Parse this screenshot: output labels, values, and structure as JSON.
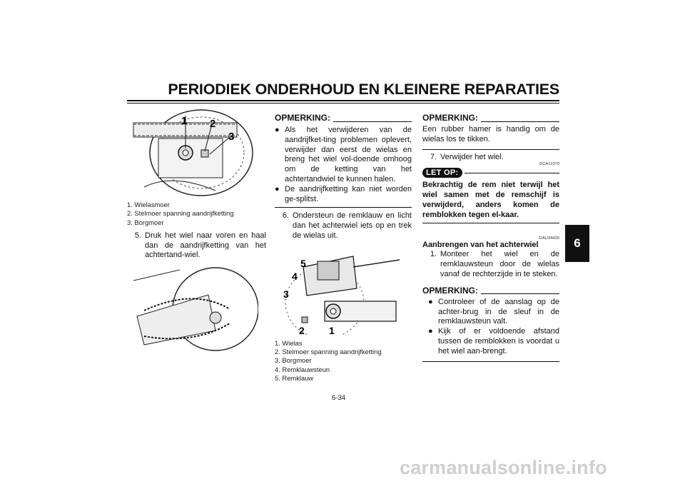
{
  "header": {
    "title": "PERIODIEK ONDERHOUD EN KLEINERE REPARATIES"
  },
  "chapter_tab": "6",
  "page_number": "6-34",
  "watermark": "carmanualsonline.info",
  "left_column": {
    "figure1": {
      "callouts": [
        "1",
        "2",
        "3"
      ]
    },
    "figure1_captions": [
      "1.  Wielasmoer",
      "2.  Stelmoer spanning aandrijfketting",
      "3.  Borgmoer"
    ],
    "step5": {
      "num": "5.",
      "text": "Druk het wiel naar voren en haal dan de aandrijfketting van het achtertand-wiel."
    }
  },
  "middle_column": {
    "note_title": "OPMERKING:",
    "note_bullets": [
      "Als het verwijderen van de aandrijfket-ting problemen oplevert, verwijder dan eerst de wielas en breng het wiel vol-doende omhoog om de ketting van het achtertandwiel te kunnen halen.",
      "De aandrijfketting kan niet worden ge-splitst."
    ],
    "step6": {
      "num": "6.",
      "text": "Ondersteun de remklauw en licht dan het achterwiel iets op en trek de wielas uit."
    },
    "figure2": {
      "callouts": [
        "5",
        "4",
        "3",
        "2",
        "1"
      ]
    },
    "figure2_captions": [
      "1.  Wielas",
      "2.  Stelmoer spanning aandrijfketting",
      "3.  Borgmoer",
      "4.  Remklauwsteun",
      "5.  Remklauw"
    ]
  },
  "right_column": {
    "note1_title": "OPMERKING:",
    "note1_text": "Een rubber hamer is handig om de wielas los te tikken.",
    "step7": {
      "num": "7.",
      "text": "Verwijder het wiel."
    },
    "caution_code": "DCA11070",
    "caution_label": "LET OP:",
    "caution_text": "Bekrachtig de rem niet terwijl het wiel samen met de remschijf is verwijderd, anders komen de remblokken tegen el-kaar.",
    "section_code": "DAU34430",
    "section_title": "Aanbrengen van het achterwiel",
    "step1": {
      "num": "1.",
      "text": "Monteer het wiel en de remklauwsteun door de wielas vanaf de rechterzijde in te steken."
    },
    "note2_title": "OPMERKING:",
    "note2_bullets": [
      "Controleer of de aanslag op de achter-brug in de sleuf in de remklauwsteun valt.",
      "Kijk of er voldoende afstand tussen de remblokken is voordat u het wiel aan-brengt."
    ]
  }
}
